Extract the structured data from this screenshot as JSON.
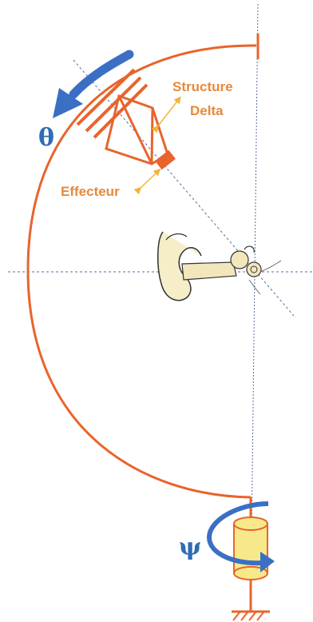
{
  "labels": {
    "structure_line1": "Structure",
    "structure_line2": "Delta",
    "effector": "Effecteur",
    "theta": "θ",
    "psi": "ψ"
  },
  "colors": {
    "arc": "#e8642c",
    "arrow_blue": "#3a6fc4",
    "label_orange": "#e8893a",
    "guide_line": "#5a6e9a",
    "cylinder_fill": "#f7e98a",
    "small_arrow": "#f0b43a"
  },
  "icons": {
    "ear": "ear-anatomy-icon",
    "rotation_theta": "curved-arrow-theta-icon",
    "rotation_psi": "curved-arrow-psi-icon",
    "ground": "ground-hatch-icon"
  }
}
